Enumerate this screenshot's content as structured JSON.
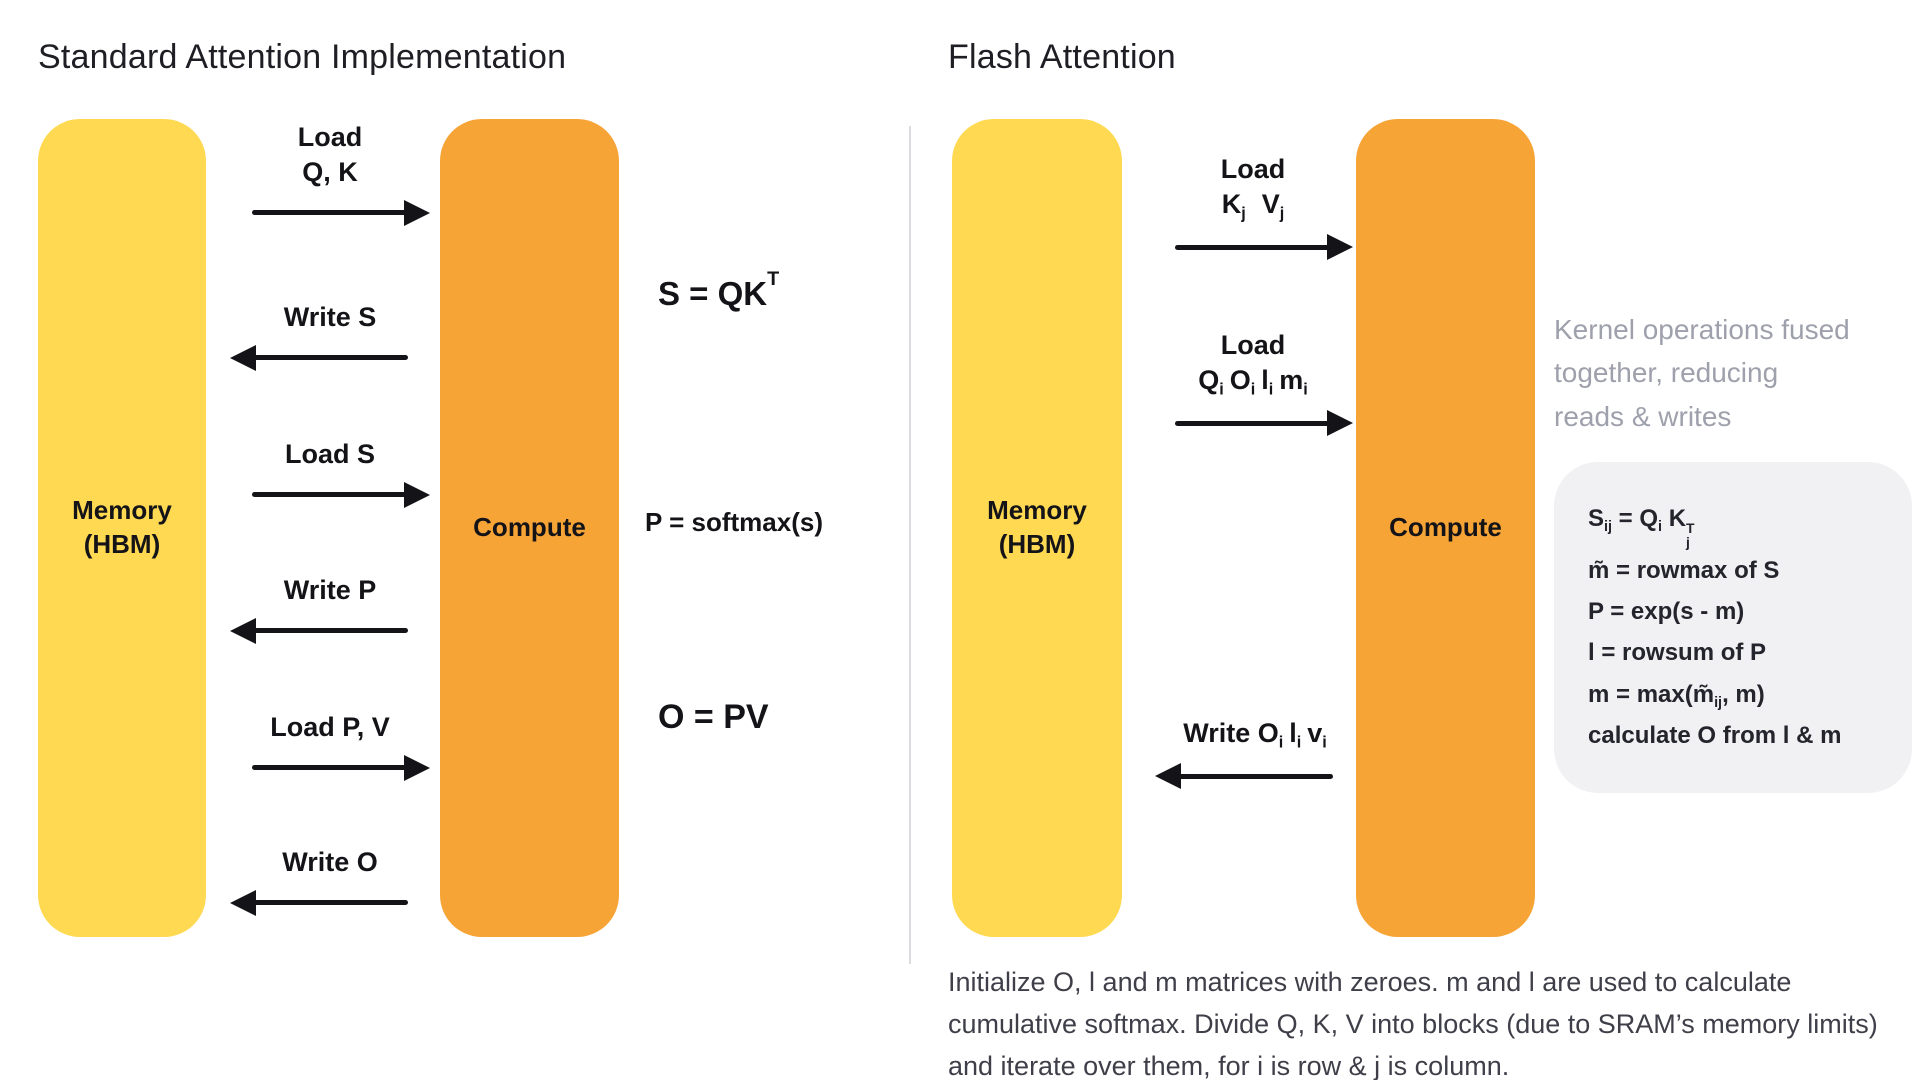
{
  "colors": {
    "yellow": "#FFD952",
    "orange": "#F7A437",
    "graybox": "#F1F1F4",
    "notegray": "#9EA0AC",
    "divider": "#DCDCE0",
    "ink": "#141418"
  },
  "left": {
    "title": "Standard Attention Implementation",
    "memory": {
      "line1": "Memory",
      "line2": "(HBM)"
    },
    "compute": "Compute",
    "arrows": {
      "a1": {
        "line1": "Load",
        "line2": "Q, K",
        "direction": "right"
      },
      "a2": {
        "label": "Write S",
        "direction": "left"
      },
      "a3": {
        "label": "Load S",
        "direction": "right"
      },
      "a4": {
        "label": "Write P",
        "direction": "left"
      },
      "a5": {
        "label": "Load P, V",
        "direction": "right"
      },
      "a6": {
        "label": "Write O",
        "direction": "left"
      }
    },
    "equations": {
      "s_base": "S = QK",
      "s_sup": "T",
      "p": "P = softmax(s)",
      "o": "O = PV"
    }
  },
  "right": {
    "title": "Flash Attention",
    "memory": {
      "line1": "Memory",
      "line2": "(HBM)"
    },
    "compute": "Compute",
    "arrows": {
      "a1": {
        "line1": "Load",
        "segs": [
          [
            "K",
            "j"
          ],
          [
            "V",
            "j"
          ]
        ],
        "direction": "right"
      },
      "a2": {
        "line1": "Load",
        "segs": [
          [
            "Q",
            "i"
          ],
          [
            "O",
            "i"
          ],
          [
            "l",
            "i"
          ],
          [
            "m",
            "i"
          ]
        ],
        "direction": "right"
      },
      "a3": {
        "segs": [
          [
            "Write O",
            "i"
          ],
          [
            "l",
            "i"
          ],
          [
            "v",
            "i"
          ]
        ],
        "direction": "left"
      }
    },
    "kernel_note": "Kernel operations fused\ntogether, reducing\nreads & writes",
    "ops_box": {
      "l1": {
        "s": "S",
        "s_sub": "ij",
        "mid": " = Q",
        "q_sub": "i",
        "k": " K",
        "k_sup": "T",
        "k_sub": "j"
      },
      "l2": "m̃ = rowmax of S",
      "l3": "P = exp(s - m)",
      "l4": "l = rowsum of P",
      "l5": {
        "pre": "m = max(m̃",
        "sub": "ij",
        "post": ", m)"
      },
      "l6": "calculate O from l & m"
    },
    "footer": "Initialize O, l and m matrices with zeroes. m and l are used to calculate\ncumulative softmax. Divide Q, K, V into blocks (due to SRAM’s memory limits)\nand iterate over them, for i is row & j is column."
  }
}
